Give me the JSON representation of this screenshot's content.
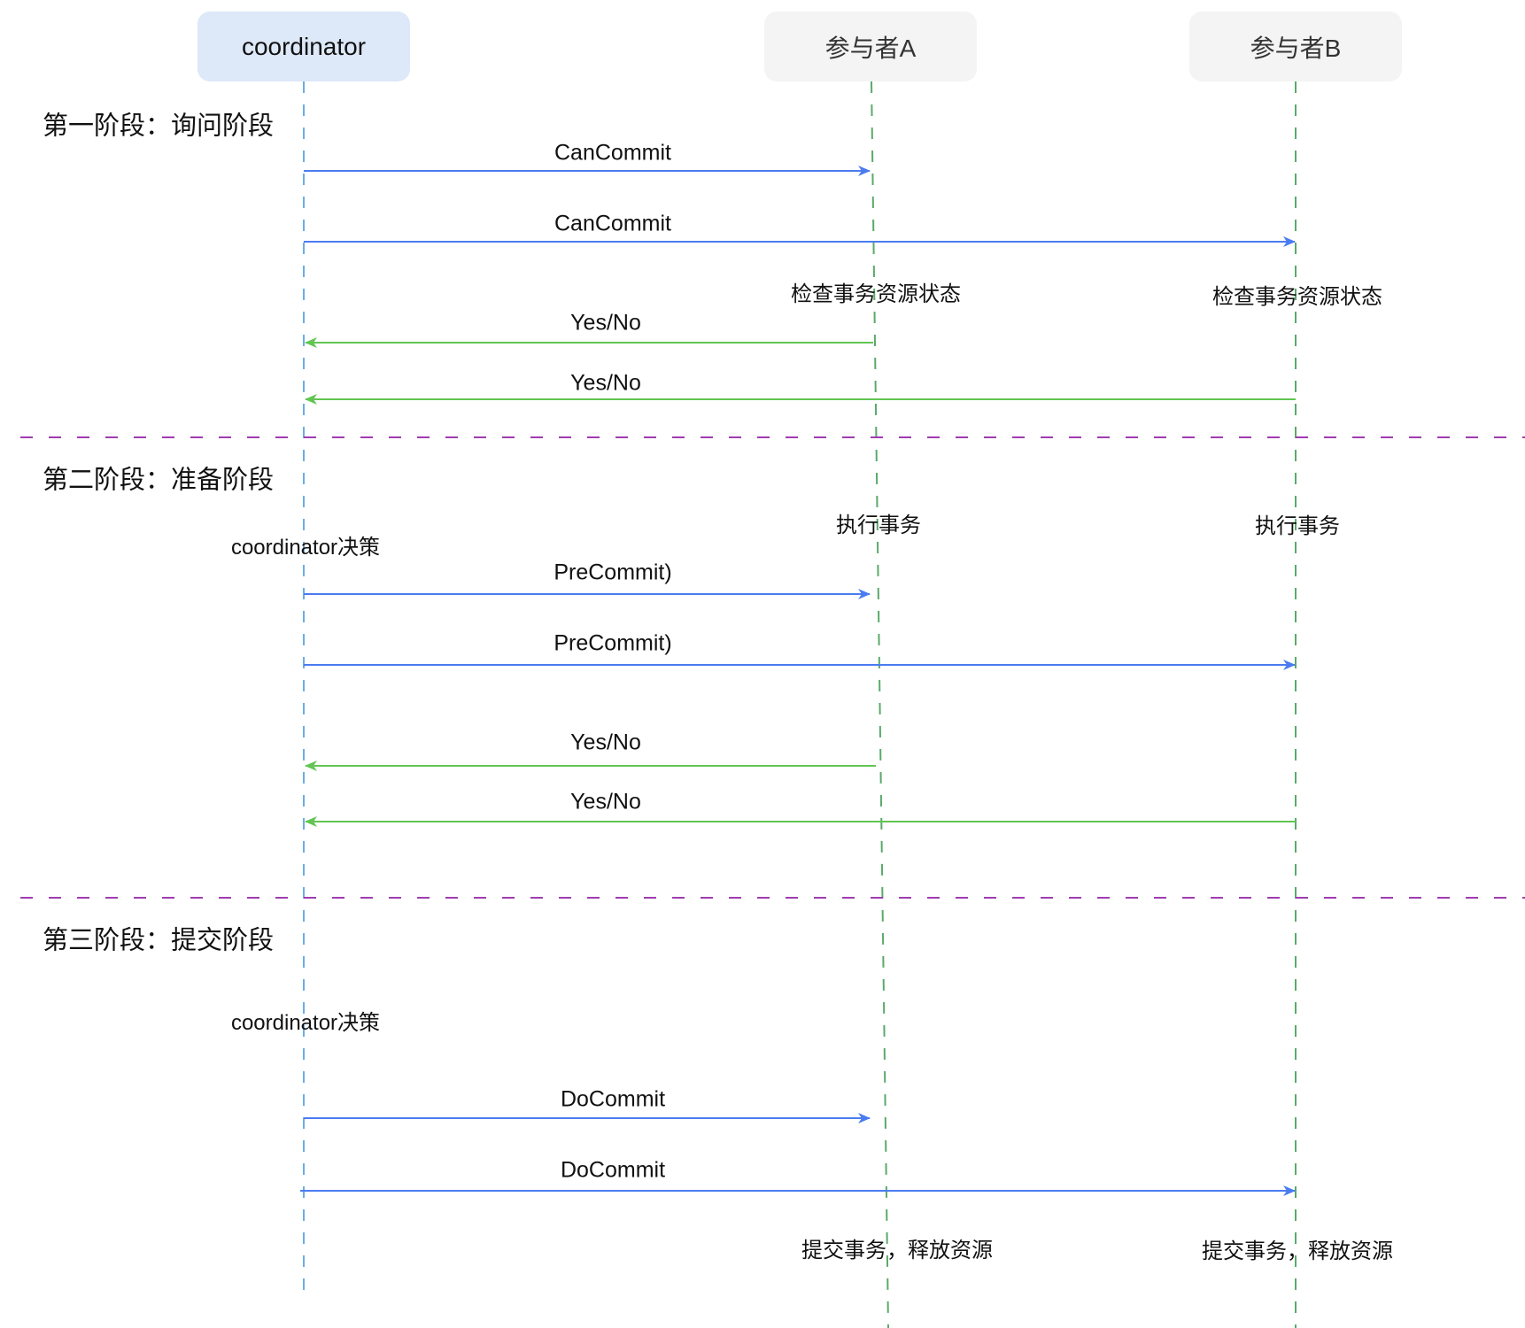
{
  "colors": {
    "call_arrow": "#4a7cf0",
    "reply_arrow": "#62c552",
    "coordinator_lifeline": "#6aaee6",
    "participant_lifeline": "#5aaa6a",
    "phase_divider": "#a03cb0",
    "coordinator_box": "#dde8f8",
    "participant_box": "#f4f4f4"
  },
  "actors": {
    "coordinator": "coordinator",
    "participant_a": "参与者A",
    "participant_b": "参与者B"
  },
  "phases": [
    {
      "label": "第一阶段：询问阶段"
    },
    {
      "label": "第二阶段：准备阶段"
    },
    {
      "label": "第三阶段：提交阶段"
    }
  ],
  "messages": [
    {
      "label": "CanCommit",
      "from": "coordinator",
      "to": "participant_a",
      "kind": "call"
    },
    {
      "label": "CanCommit",
      "from": "coordinator",
      "to": "participant_b",
      "kind": "call"
    },
    {
      "label": "Yes/No",
      "from": "participant_a",
      "to": "coordinator",
      "kind": "reply"
    },
    {
      "label": "Yes/No",
      "from": "participant_b",
      "to": "coordinator",
      "kind": "reply"
    },
    {
      "label": "PreCommit)",
      "from": "coordinator",
      "to": "participant_a",
      "kind": "call"
    },
    {
      "label": "PreCommit)",
      "from": "coordinator",
      "to": "participant_b",
      "kind": "call"
    },
    {
      "label": "Yes/No",
      "from": "participant_a",
      "to": "coordinator",
      "kind": "reply"
    },
    {
      "label": "Yes/No",
      "from": "participant_b",
      "to": "coordinator",
      "kind": "reply"
    },
    {
      "label": "DoCommit",
      "from": "coordinator",
      "to": "participant_a",
      "kind": "call"
    },
    {
      "label": "DoCommit",
      "from": "coordinator",
      "to": "participant_b",
      "kind": "call"
    }
  ],
  "notes": {
    "check_a": "检查事务资源状态",
    "check_b": "检查事务资源状态",
    "decide_1": "coordinator决策",
    "exec_a": "执行事务",
    "exec_b": "执行事务",
    "decide_2": "coordinator决策",
    "commit_a": "提交事务，释放资源",
    "commit_b": "提交事务，释放资源"
  }
}
